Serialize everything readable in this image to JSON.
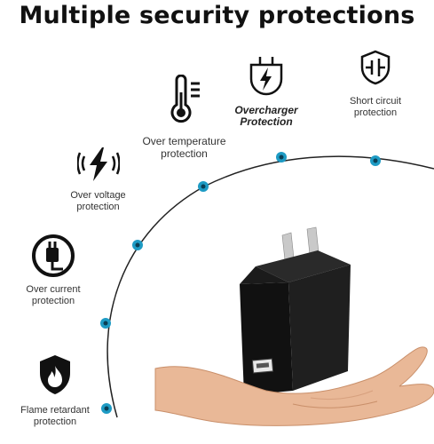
{
  "title": "Multiple security protections",
  "features": {
    "over_temperature": {
      "line1": "Over temperature",
      "line2": "protection",
      "icon": "thermometer-icon"
    },
    "overcharger": {
      "line1": "Overcharger",
      "line2": "Protection",
      "icon": "plug-bolt-icon"
    },
    "short_circuit": {
      "line1": "Short circuit",
      "line2": "protection",
      "icon": "shield-circuit-icon"
    },
    "over_voltage": {
      "line1": "Over voltage",
      "line2": "protection",
      "icon": "lightning-icon"
    },
    "over_current": {
      "line1": "Over current",
      "line2": "protection",
      "icon": "power-plug-icon"
    },
    "flame_retardant": {
      "line1": "Flame retardant",
      "line2": "protection",
      "icon": "shield-flame-icon"
    }
  },
  "colors": {
    "accent": "#1e9bc4",
    "arc": "#222222"
  }
}
